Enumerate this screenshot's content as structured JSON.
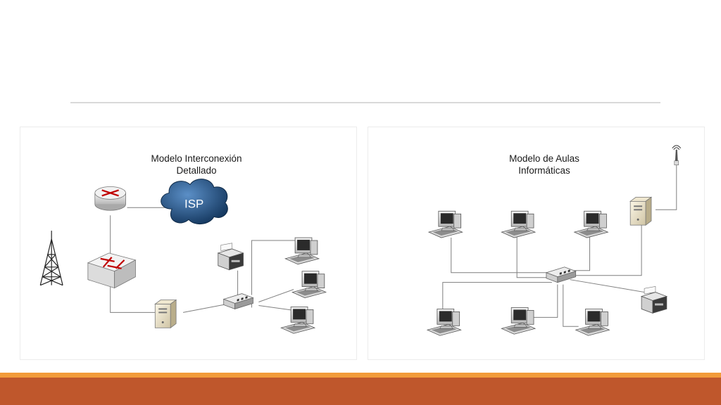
{
  "slide": {
    "colors": {
      "accent_orange": "#f29b3a",
      "accent_rust": "#bf572c",
      "cloud": "#1f4e79"
    }
  },
  "diagrams": [
    {
      "title_line1": "Modelo Interconexión",
      "title_line2": "Detallado",
      "cloud_label": "ISP",
      "nodes": [
        "router-icon",
        "cloud-icon",
        "antenna-tower-icon",
        "switch-icon",
        "server-icon",
        "hub-icon",
        "printer-icon",
        "computer-icon",
        "computer-icon",
        "computer-icon"
      ]
    },
    {
      "title_line1": "Modelo de Aulas",
      "title_line2": "Informáticas",
      "nodes": [
        "computer-icon",
        "computer-icon",
        "computer-icon",
        "server-icon",
        "wireless-antenna-icon",
        "hub-icon",
        "computer-icon",
        "computer-icon",
        "computer-icon",
        "printer-icon"
      ]
    }
  ]
}
